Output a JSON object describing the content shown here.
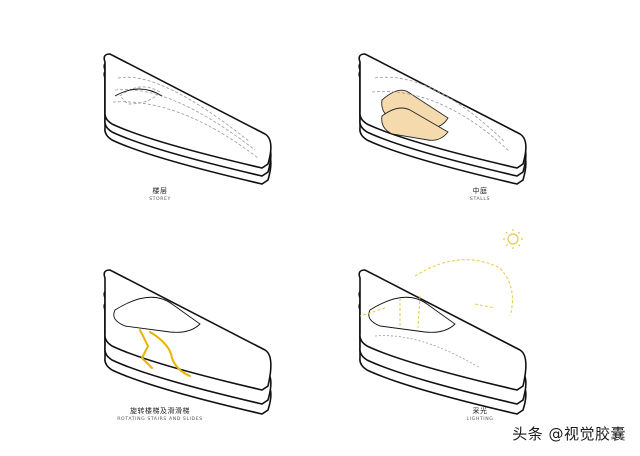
{
  "panels": [
    {
      "cn": "楼层",
      "en": "STOREY"
    },
    {
      "cn": "中庭",
      "en": "STALLS"
    },
    {
      "cn": "旋转楼梯及滑滑梯",
      "en": "ROTATING STAIRS AND SLIDES"
    },
    {
      "cn": "采光",
      "en": "LIGHTING"
    }
  ],
  "watermark": "头条 @视觉胶囊",
  "colors": {
    "outline": "#111111",
    "dashed": "#9a9a9a",
    "atrium_fill": "#f5d6a6",
    "stairs": "#e8b400",
    "light": "#e6c84a"
  },
  "icons": {
    "sun": "sun-icon"
  }
}
